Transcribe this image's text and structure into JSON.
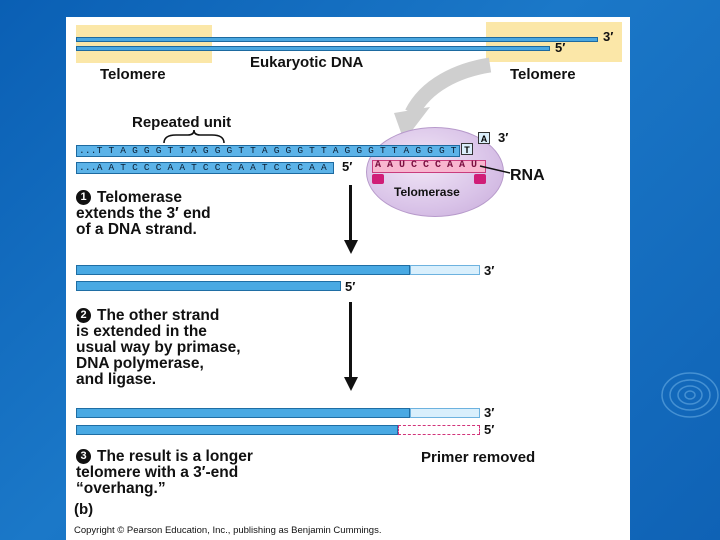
{
  "labels": {
    "telomere_left": "Telomere",
    "telomere_right": "Telomere",
    "eukaryotic_dna": "Eukaryotic DNA",
    "top_3prime": "3′",
    "top_5prime": "5′",
    "repeated_unit": "Repeated unit",
    "rna": "RNA",
    "telomerase": "Telomerase",
    "primer_removed": "Primer removed",
    "panel": "(b)",
    "copyright": "Copyright © Pearson Education, Inc., publishing as Benjamin Cummings."
  },
  "sequence": {
    "top_strand": "...T T A G G G T T A G G G T T A G G G T T A G G G T T A G G G T",
    "bottom_strand": "...A A T C C C A A T C C C A A T C C C A A T",
    "rna_template": "A A U C C C A A U",
    "added_a": "A",
    "added_t": "T",
    "mid_3prime": "3′",
    "mid_5prime": "5′"
  },
  "steps": [
    {
      "number": "1",
      "lines": [
        "Telomerase",
        "extends the 3′ end",
        "of a DNA strand."
      ]
    },
    {
      "number": "2",
      "lines": [
        "The other strand",
        "is extended in the",
        "usual way by primase,",
        "DNA polymerase,",
        "and ligase."
      ]
    },
    {
      "number": "3",
      "lines": [
        "The result is a longer",
        "telomere with a 3′-end",
        "“overhang.”"
      ]
    }
  ],
  "strand_ends": {
    "s1_3prime": "3′",
    "s1_5prime": "5′",
    "s2_3prime": "3′",
    "s2_5prime": "5′"
  }
}
